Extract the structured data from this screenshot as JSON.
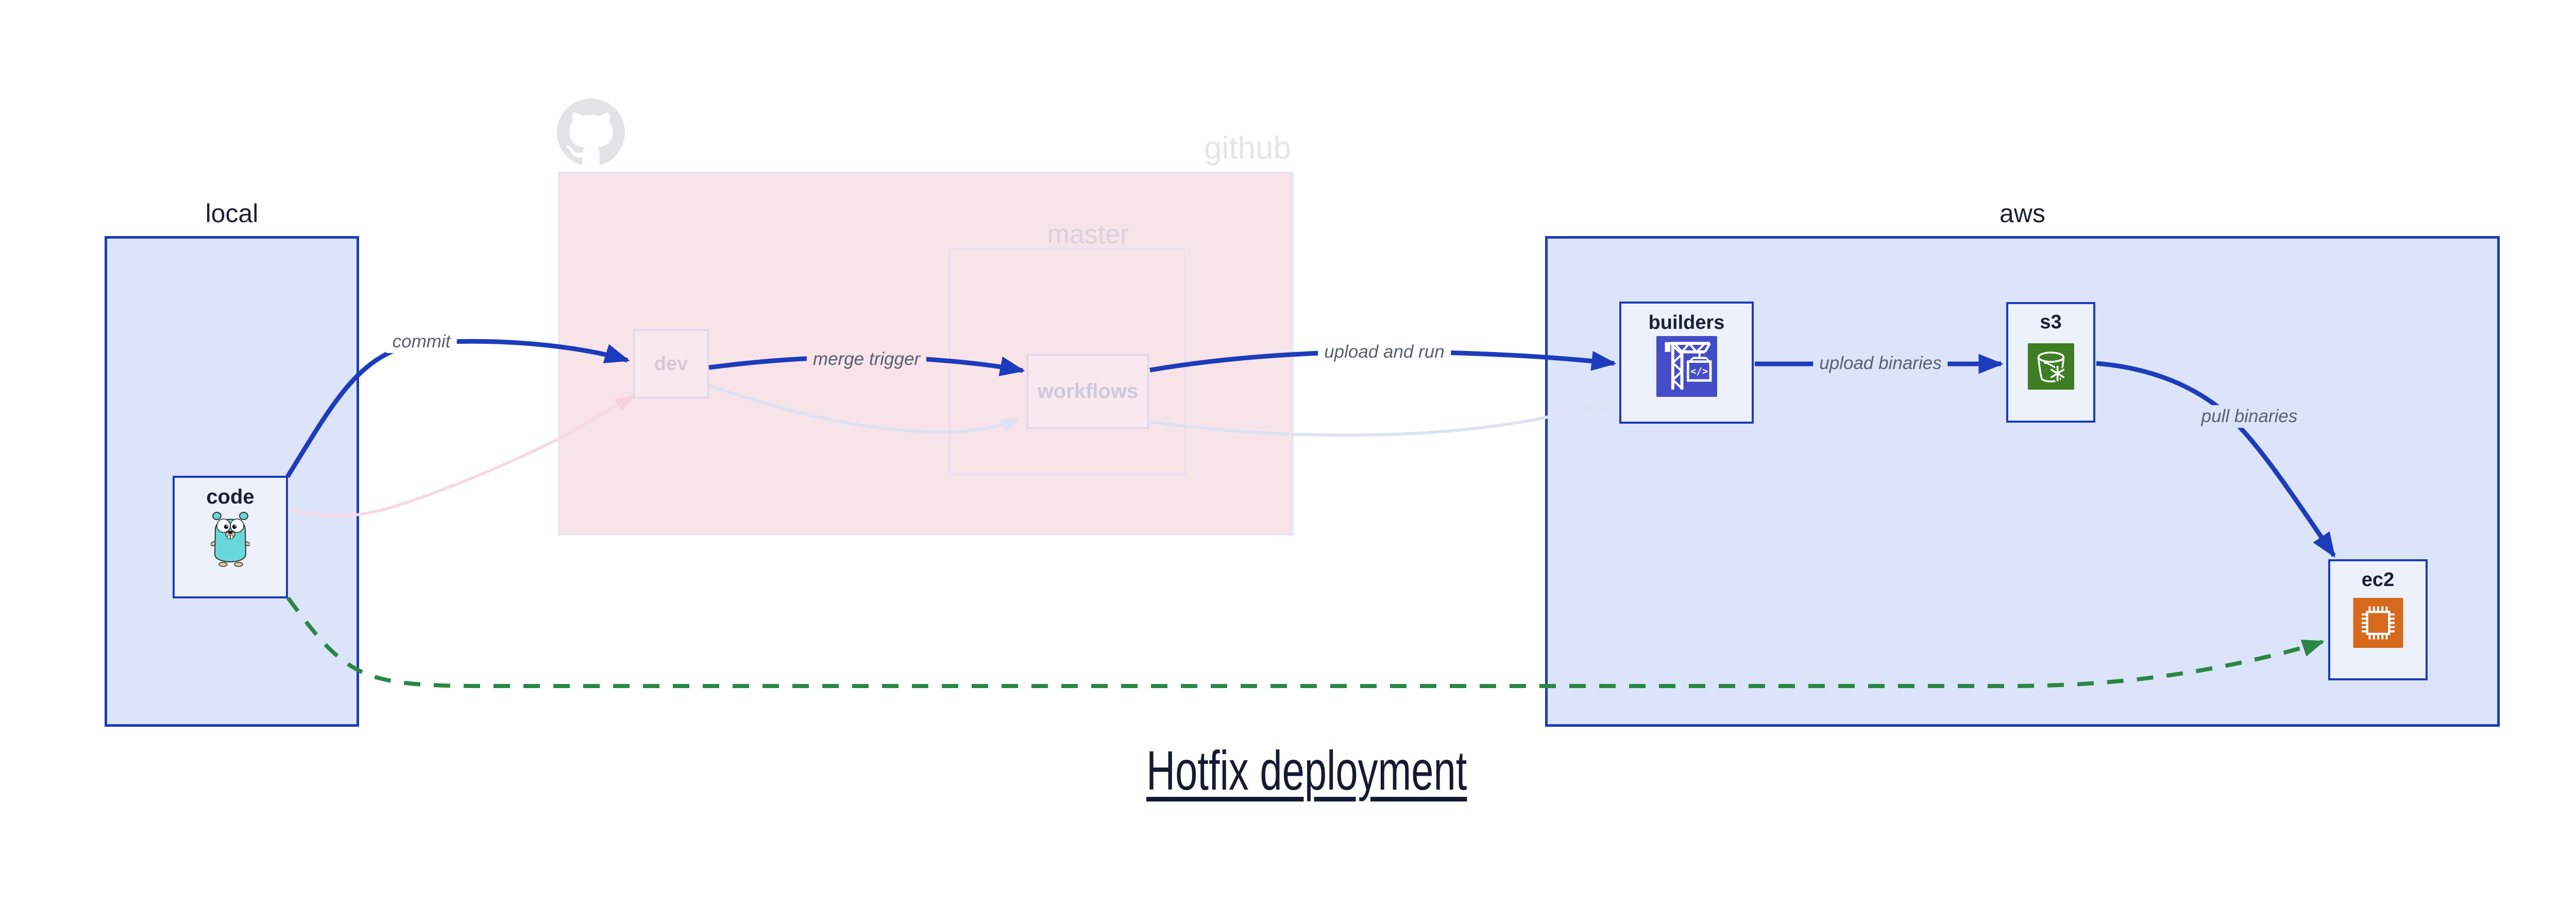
{
  "title": "Hotfix deployment",
  "regions": {
    "local": {
      "label": "local"
    },
    "github": {
      "label": "github",
      "master_label": "master"
    },
    "aws": {
      "label": "aws"
    }
  },
  "nodes": {
    "code": {
      "label": "code",
      "icon": "go-gopher"
    },
    "dev": {
      "label": "dev",
      "state": "faded"
    },
    "workflows": {
      "label": "workflows",
      "state": "faded"
    },
    "builders": {
      "label": "builders",
      "icon": "aws-codebuild-crane"
    },
    "s3": {
      "label": "s3",
      "icon": "aws-s3-bucket-snowflake"
    },
    "ec2": {
      "label": "ec2",
      "icon": "aws-ec2-chip"
    }
  },
  "edge_labels": {
    "commit": "commit",
    "merge_trigger": "merge trigger",
    "upload_and_run": "upload and run",
    "upload_binaries": "upload binaries",
    "pull_binaries": "pull binaries"
  },
  "edges": [
    {
      "from": "code",
      "to": "dev",
      "label": "commit",
      "style": "hotfix-blue"
    },
    {
      "from": "dev",
      "to": "workflows",
      "label": "merge trigger",
      "style": "hotfix-blue"
    },
    {
      "from": "workflows",
      "to": "builders",
      "label": "upload and run",
      "style": "hotfix-blue"
    },
    {
      "from": "builders",
      "to": "s3",
      "label": "upload binaries",
      "style": "hotfix-blue"
    },
    {
      "from": "s3",
      "to": "ec2",
      "label": "pull binaries",
      "style": "hotfix-blue"
    },
    {
      "from": "code",
      "to": "ec2",
      "label": "",
      "style": "green-dashed"
    },
    {
      "from": "code",
      "to": "dev",
      "label": "",
      "style": "faded-pink"
    },
    {
      "from": "dev",
      "to": "workflows",
      "label": "",
      "style": "faded-lavender"
    },
    {
      "from": "workflows",
      "to": "builders",
      "label": "",
      "style": "faded-lavender"
    }
  ],
  "colors": {
    "accent_blue": "#1c3cbb",
    "region_fill": "#dce4f9",
    "node_fill": "#edf1fc",
    "github_fill": "#f8e3e9",
    "github_border": "#dfe6f7",
    "faded_node_border": "#ded7eb",
    "faded_pink_edge": "#f6dbe4",
    "faded_lavender_edge": "#dde2f4",
    "green_dashed_edge": "#2a8745",
    "codebuild_indigo": "#444cc7",
    "s3_green": "#3e7e22",
    "ec2_orange": "#d6691c",
    "gopher_teal": "#68d7db",
    "octocat_gray": "#e3e3e5",
    "edge_label_gray": "#58616f",
    "title_navy": "#141a32"
  }
}
